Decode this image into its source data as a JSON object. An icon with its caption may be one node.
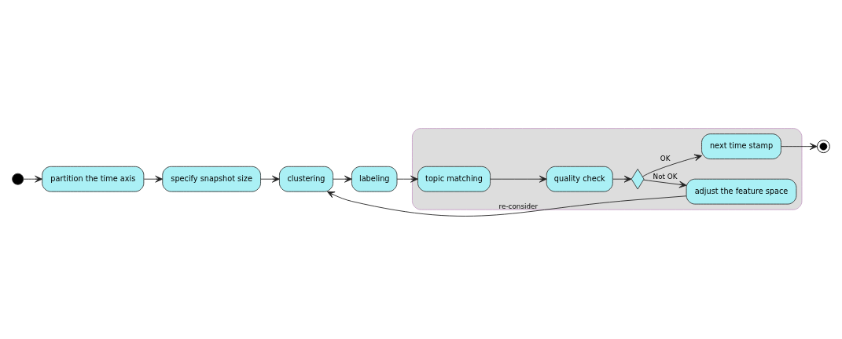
{
  "diagram": {
    "nodes": [
      {
        "text": [],
        "shape": "circle"
      },
      {
        "text": [
          "partition the time axis"
        ]
      },
      {
        "text": [
          "specify snapshot size"
        ]
      },
      {
        "text": [
          "clustering"
        ]
      },
      {
        "text": [
          "labeling"
        ]
      },
      {
        "text": [],
        "shape": "box"
      },
      {
        "text": [
          "topic matching"
        ],
        "in": 5
      },
      {
        "text": [
          "quality check"
        ],
        "in": 5
      },
      {
        "text": [],
        "shape": "diamond",
        "in": 5
      },
      {
        "text": [
          "adjust the feature space"
        ],
        "in": 5
      },
      {
        "text": [
          "next time stamp"
        ],
        "in": 5
      },
      {
        "text": [],
        "shape": "bullseye"
      }
    ],
    "edges": [
      {
        "from": 0,
        "to": 1,
        "arrow": "to"
      },
      {
        "from": 1,
        "to": 2,
        "arrow": "to"
      },
      {
        "from": 2,
        "to": 3,
        "arrow": "to"
      },
      {
        "from": 3,
        "to": 4,
        "arrow": "to"
      },
      {
        "from": 4,
        "to": 6,
        "arrow": "to"
      },
      {
        "from": 6,
        "to": 7,
        "arrow": "to"
      },
      {
        "from": 7,
        "to": 8,
        "arrow": "to"
      },
      {
        "from": 8,
        "to": 9,
        "arrow": "to",
        "label": "Not OK"
      },
      {
        "from": 8,
        "to": 10,
        "arrow": "to",
        "label": "OK"
      },
      {
        "from": 9,
        "to": 3,
        "arrow": "to",
        "label": "re-consider"
      },
      {
        "from": 10,
        "to": 11,
        "arrow": "to"
      }
    ]
  }
}
